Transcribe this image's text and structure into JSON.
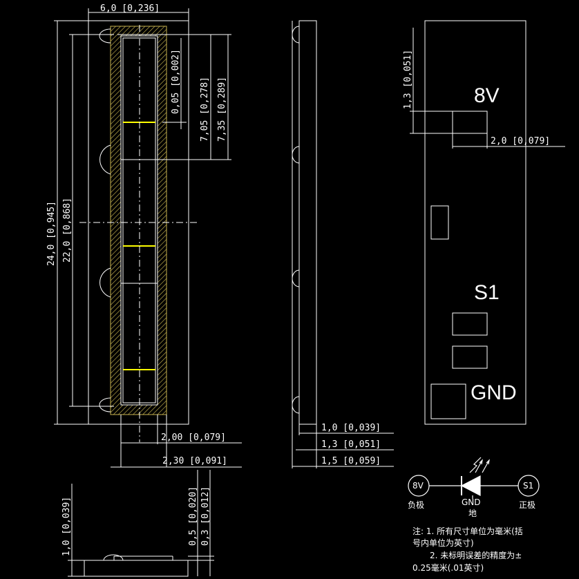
{
  "colors": {
    "background": "#000000",
    "line": "#ffffff",
    "accent": "#ffff00",
    "hatch": "#c8b450"
  },
  "front_view": {
    "width_top": "6,0 [0,236]",
    "height_total": "24,0 [0,945]",
    "height_inner": "22,0 [0,868]",
    "dim_005": "0,05 [0,002]",
    "dim_705": "7,05 [0,278]",
    "dim_735": "7,35 [0,289]",
    "bottom_200": "2,00 [0,079]",
    "bottom_230": "2,30 [0,091]"
  },
  "side_view": {
    "dim_10": "1,0 [0,039]",
    "dim_13": "1,3 [0,051]",
    "dim_15": "1,5 [0,059]"
  },
  "back_view": {
    "pad_8v_label": "8V",
    "pad_s1_label": "S1",
    "pad_gnd_label": "GND",
    "dim_13": "1,3 [0,051]",
    "dim_20": "2,0 [0,079]"
  },
  "bottom_view": {
    "dim_10": "1,0 [0,039]",
    "dim_05": "0,5 [0,020]",
    "dim_03": "0,3 [0,012]"
  },
  "schematic": {
    "node_8v": "8V",
    "node_s1": "S1",
    "label_neg": "负极",
    "label_gnd": "GND",
    "label_ground_cn": "地",
    "label_pos": "正极"
  },
  "notes": {
    "line1": "注: 1. 所有尺寸单位为毫米(括",
    "line2": "号内单位为英寸)",
    "line3": "2. 未标明误差的精度为±",
    "line4": "0.25毫米(.01英寸)"
  }
}
